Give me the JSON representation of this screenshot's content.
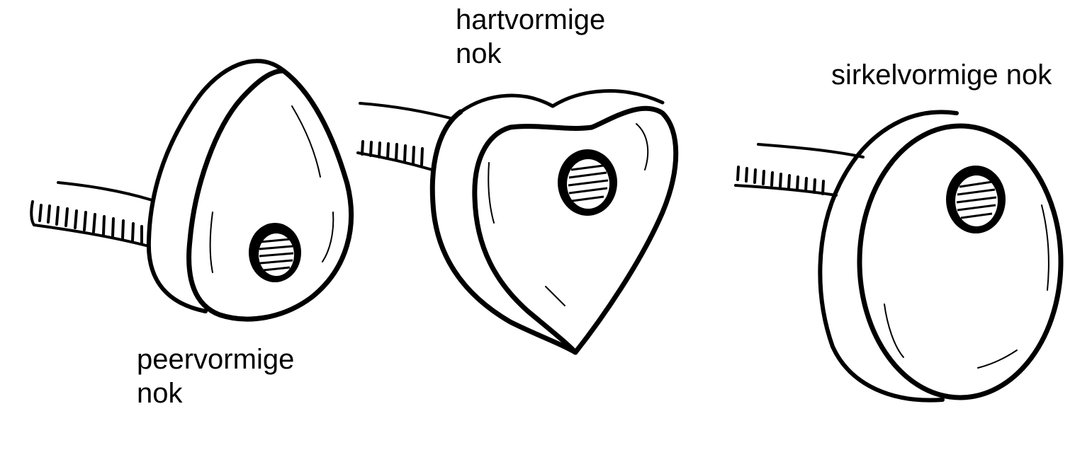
{
  "cams": [
    {
      "id": "pear",
      "label_line1": "peervormige",
      "label_line2": "nok"
    },
    {
      "id": "heart",
      "label_line1": "hartvormige",
      "label_line2": "nok"
    },
    {
      "id": "circle",
      "label_line1": "sirkelvormige nok",
      "label_line2": ""
    }
  ],
  "colors": {
    "ink": "#000000",
    "paper": "#ffffff"
  }
}
